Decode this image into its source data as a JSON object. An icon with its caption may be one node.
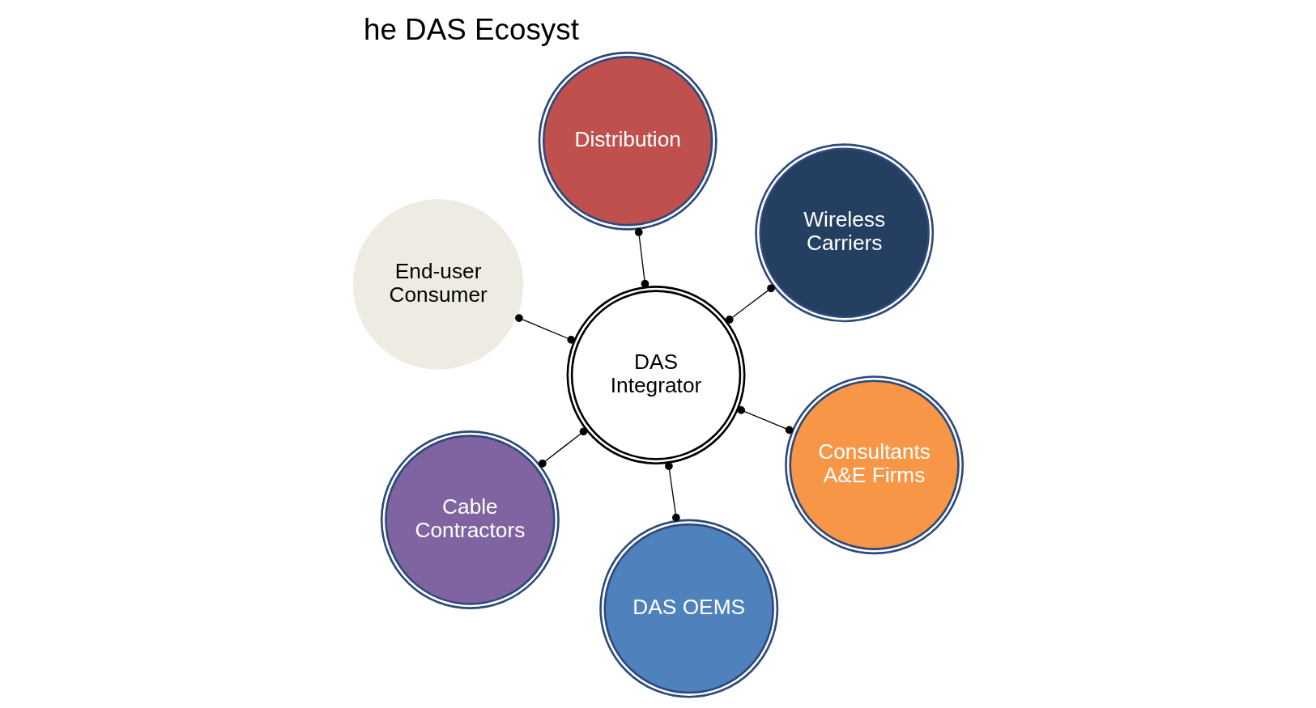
{
  "diagram": {
    "title": "he DAS Ecosyst",
    "nodes": [
      {
        "text": [
          "End-user Consumer"
        ]
      },
      {
        "text": [
          "Consultants A&E Firms"
        ]
      },
      {
        "text": [
          "DAS OEMS"
        ]
      },
      {
        "text": [
          "DAS Integrator"
        ]
      },
      {
        "text": [
          "Wireless Carriers"
        ]
      },
      {
        "text": [
          "Distribution"
        ]
      },
      {
        "text": [
          "Cable Contractors"
        ]
      }
    ],
    "edges": [
      {
        "from": 0,
        "to": 3,
        "arrow": "other"
      },
      {
        "from": 1,
        "to": 3,
        "arrow": "other"
      },
      {
        "from": 2,
        "to": 3,
        "arrow": "other"
      },
      {
        "from": 4,
        "to": 3,
        "arrow": "other"
      },
      {
        "from": 5,
        "to": 3,
        "arrow": "other"
      },
      {
        "from": 6,
        "to": 3,
        "arrow": "other"
      }
    ]
  }
}
